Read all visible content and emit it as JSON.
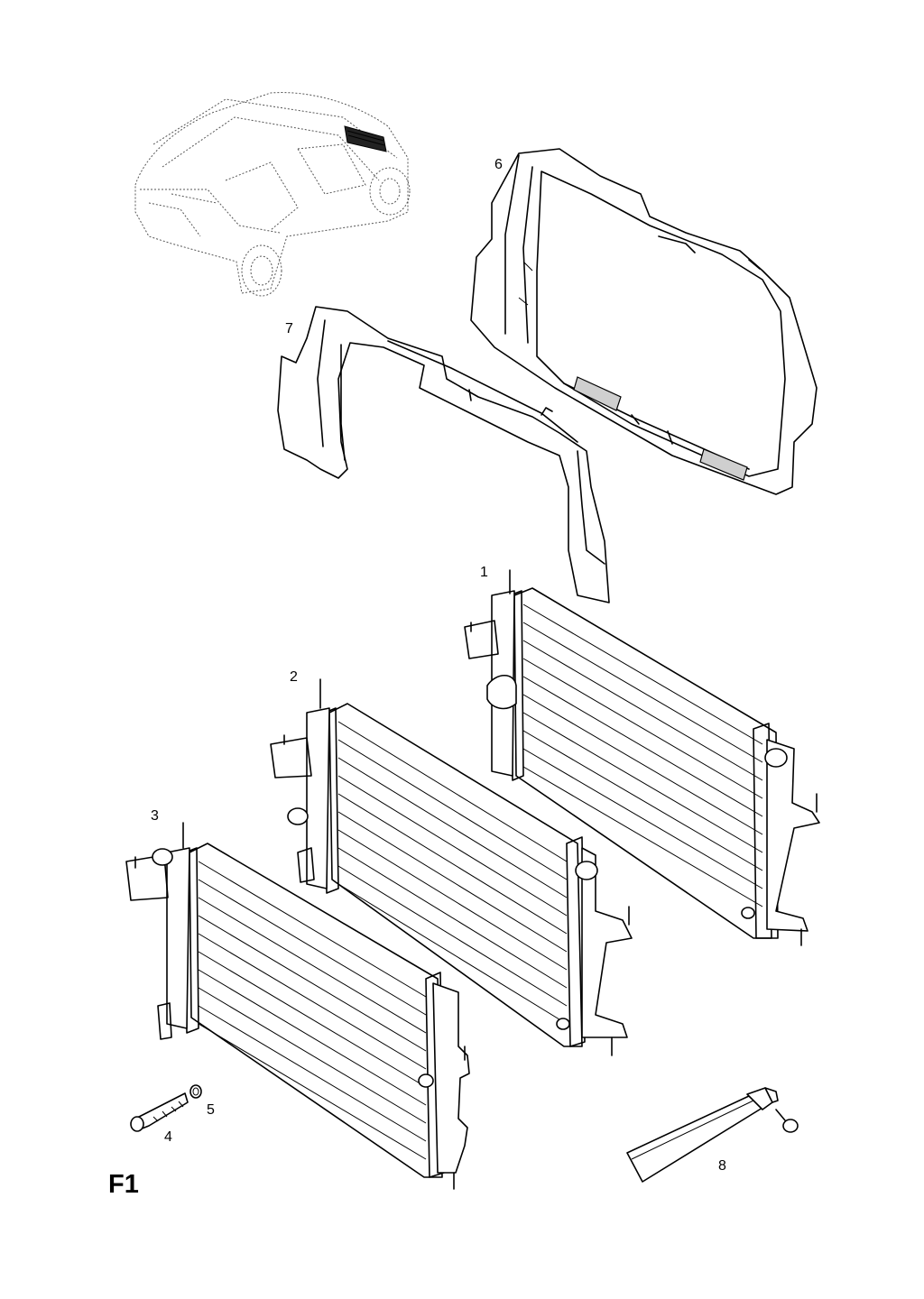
{
  "sheet_label": "F1",
  "callouts": {
    "c1": "1",
    "c2": "2",
    "c3": "3",
    "c4": "4",
    "c5": "5",
    "c6": "6",
    "c7": "7",
    "c8": "8"
  }
}
